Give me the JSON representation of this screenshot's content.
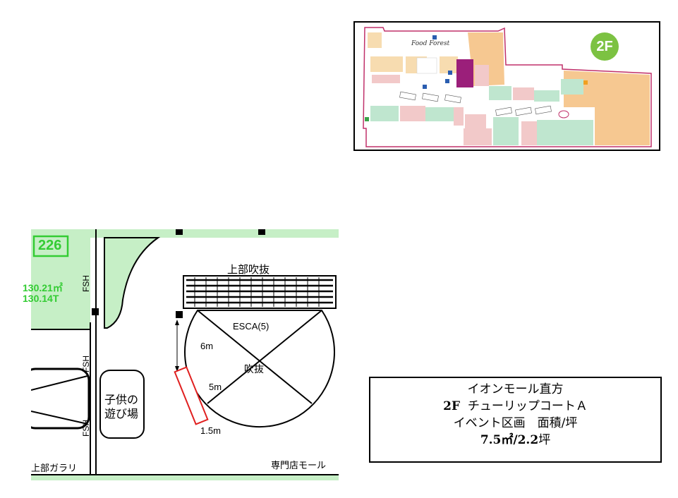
{
  "overview": {
    "floor_badge": "2F",
    "food_court_logo": "Food Forest"
  },
  "plan": {
    "unit_number": "226",
    "unit_area_m2": "130.21㎡",
    "unit_area_t": "130.14T",
    "fsh_label": "FSH",
    "atrium_upper": "上部吹抜",
    "escalator": "ESCA(5)",
    "atrium": "吹抜",
    "dim_6m": "6m",
    "dim_5m": "5m",
    "dim_1_5m": "1.5m",
    "kids_area_line1": "子供の",
    "kids_area_line2": "遊び場",
    "gallery_upper": "上部ガラリ",
    "shop_mall": "専門店モール"
  },
  "info": {
    "line1": "イオンモール直方",
    "line2_floor": "2F",
    "line2_name": "チューリップコートＡ",
    "line3": "イベント区画　面積/坪",
    "line4_value": "7.5㎡/2.2",
    "line4_unit": "坪"
  },
  "colors": {
    "unit_green": "#c6efc6",
    "unit_green_border": "#33cc33",
    "orange_anchor": "#f6c891",
    "mall_outline": "#c0306a",
    "event_red": "#e02020",
    "badge_green": "#7cc242"
  }
}
